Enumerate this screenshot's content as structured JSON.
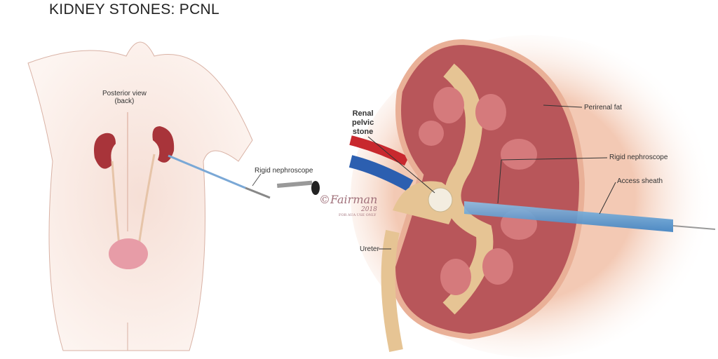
{
  "title": "KIDNEY STONES: PCNL",
  "left_panel": {
    "view_label_line1": "Posterior view",
    "view_label_line2": "(back)",
    "instrument_label": "Rigid nephroscope"
  },
  "right_panel": {
    "stone_label_line1": "Renal",
    "stone_label_line2": "pelvic",
    "stone_label_line3": "stone",
    "fat_label": "Perirenal fat",
    "nephroscope_label": "Rigid nephroscope",
    "sheath_label": "Access sheath",
    "ureter_label": "Ureter"
  },
  "signature": {
    "name": "©Fairman",
    "year": "2018",
    "note": "FOR AUA USE ONLY"
  }
}
